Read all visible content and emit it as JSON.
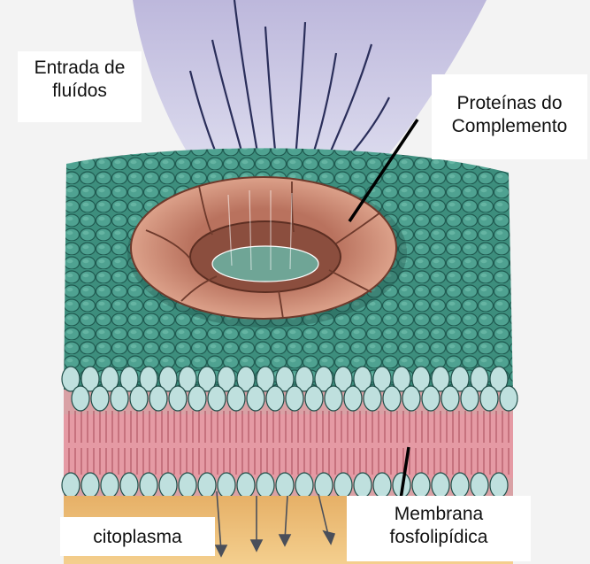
{
  "labels": {
    "fluid_entry": {
      "line1": "Entrada de",
      "line2": "fluídos"
    },
    "complement_proteins": {
      "line1": "Proteínas do",
      "line2": "Complemento"
    },
    "cytoplasm": {
      "line1": "citoplasma"
    },
    "phospholipid_membrane": {
      "line1": "Membrana",
      "line2": "fosfolipídica"
    }
  },
  "colors": {
    "page_background": "#f3f3f3",
    "membrane_teal": "#3f8f7f",
    "lipid_head": "#bfe0de",
    "lipid_tail_band": "#e59aa4",
    "complement_pore": "#c98e77",
    "cytoplasm": "#edc07a",
    "fluid_stream": "#b9b6d8"
  },
  "icons": [
    "fluid-flow-arrows",
    "complement-pore",
    "lipid-bilayer"
  ]
}
